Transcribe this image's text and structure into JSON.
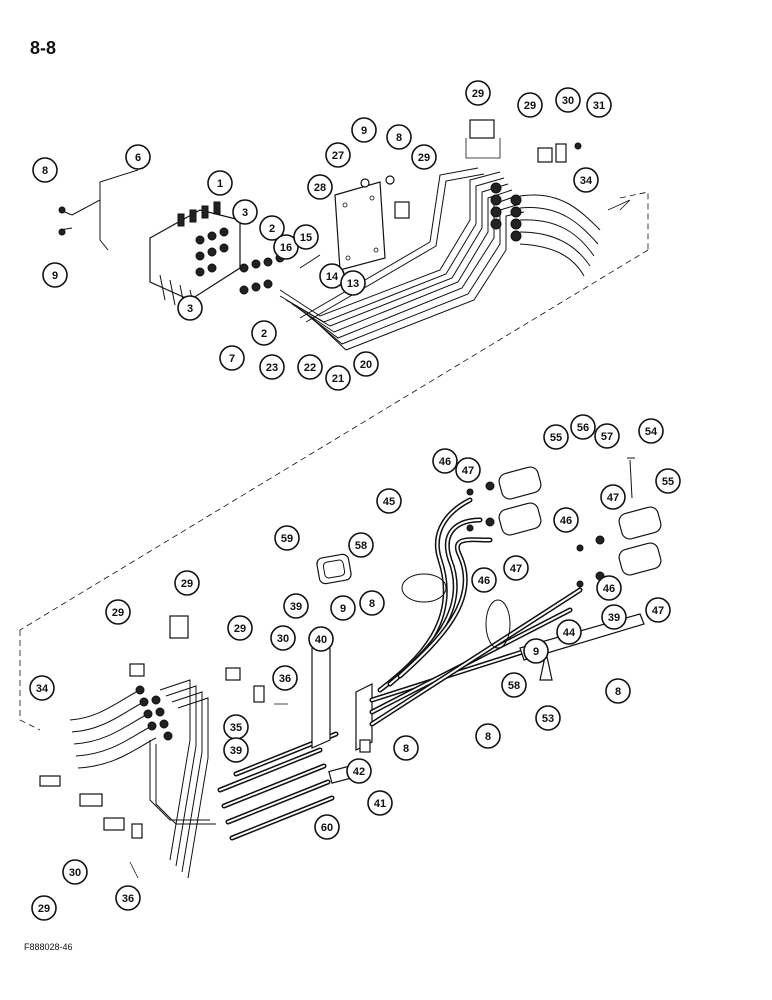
{
  "page_number": "8-8",
  "figure_code": "F888028-46",
  "callouts": [
    "8",
    "6",
    "1",
    "3",
    "2",
    "16",
    "15",
    "28",
    "27",
    "9",
    "8",
    "29",
    "29",
    "29",
    "30",
    "31",
    "34",
    "9",
    "3",
    "7",
    "2",
    "23",
    "22",
    "21",
    "20",
    "14",
    "13",
    "46",
    "47",
    "45",
    "55",
    "56",
    "57",
    "54",
    "55",
    "47",
    "46",
    "59",
    "58",
    "46",
    "47",
    "29",
    "29",
    "29",
    "39",
    "9",
    "8",
    "40",
    "30",
    "36",
    "34",
    "35",
    "39",
    "44",
    "46",
    "39",
    "47",
    "9",
    "58",
    "8",
    "53",
    "8",
    "8",
    "42",
    "41",
    "60",
    "29",
    "30",
    "36"
  ]
}
